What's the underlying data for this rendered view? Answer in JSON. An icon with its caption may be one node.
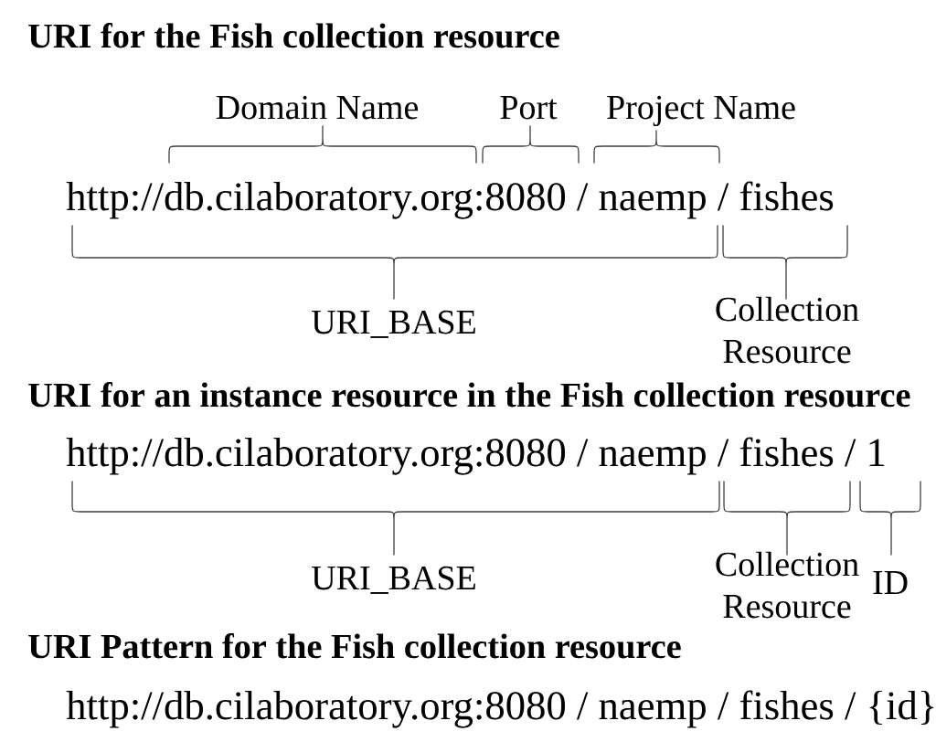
{
  "diagram": {
    "labels": [
      "URI for the Fish collection resource",
      "Domain Name",
      "Port",
      "Project Name",
      "http://db.cilaboratory.org:8080 / naemp / fishes",
      "URI_BASE",
      "Collection Resource",
      "URI for an instance resource in the Fish collection resource",
      "http://db.cilaboratory.org:8080 / naemp / fishes / 1",
      "URI_BASE",
      "Collection Resource",
      "ID",
      "URI Pattern for the Fish collection resource",
      "http://db.cilaboratory.org:8080 / naemp / fishes / {id}"
    ]
  }
}
